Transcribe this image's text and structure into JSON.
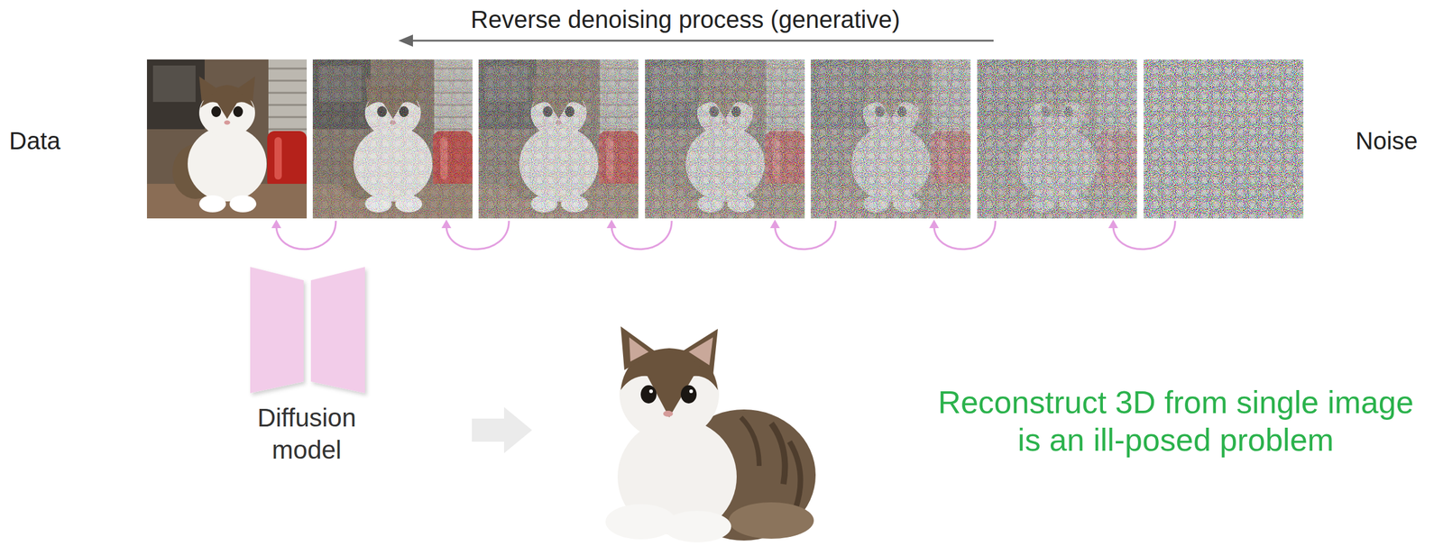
{
  "diagram": {
    "nodes": [
      {
        "text": [
          "Diffusion model"
        ]
      }
    ],
    "labels": [
      "Reverse denoising process (generative)",
      "Data",
      "Noise",
      "Reconstruct 3D from single image is an ill-posed problem"
    ]
  }
}
